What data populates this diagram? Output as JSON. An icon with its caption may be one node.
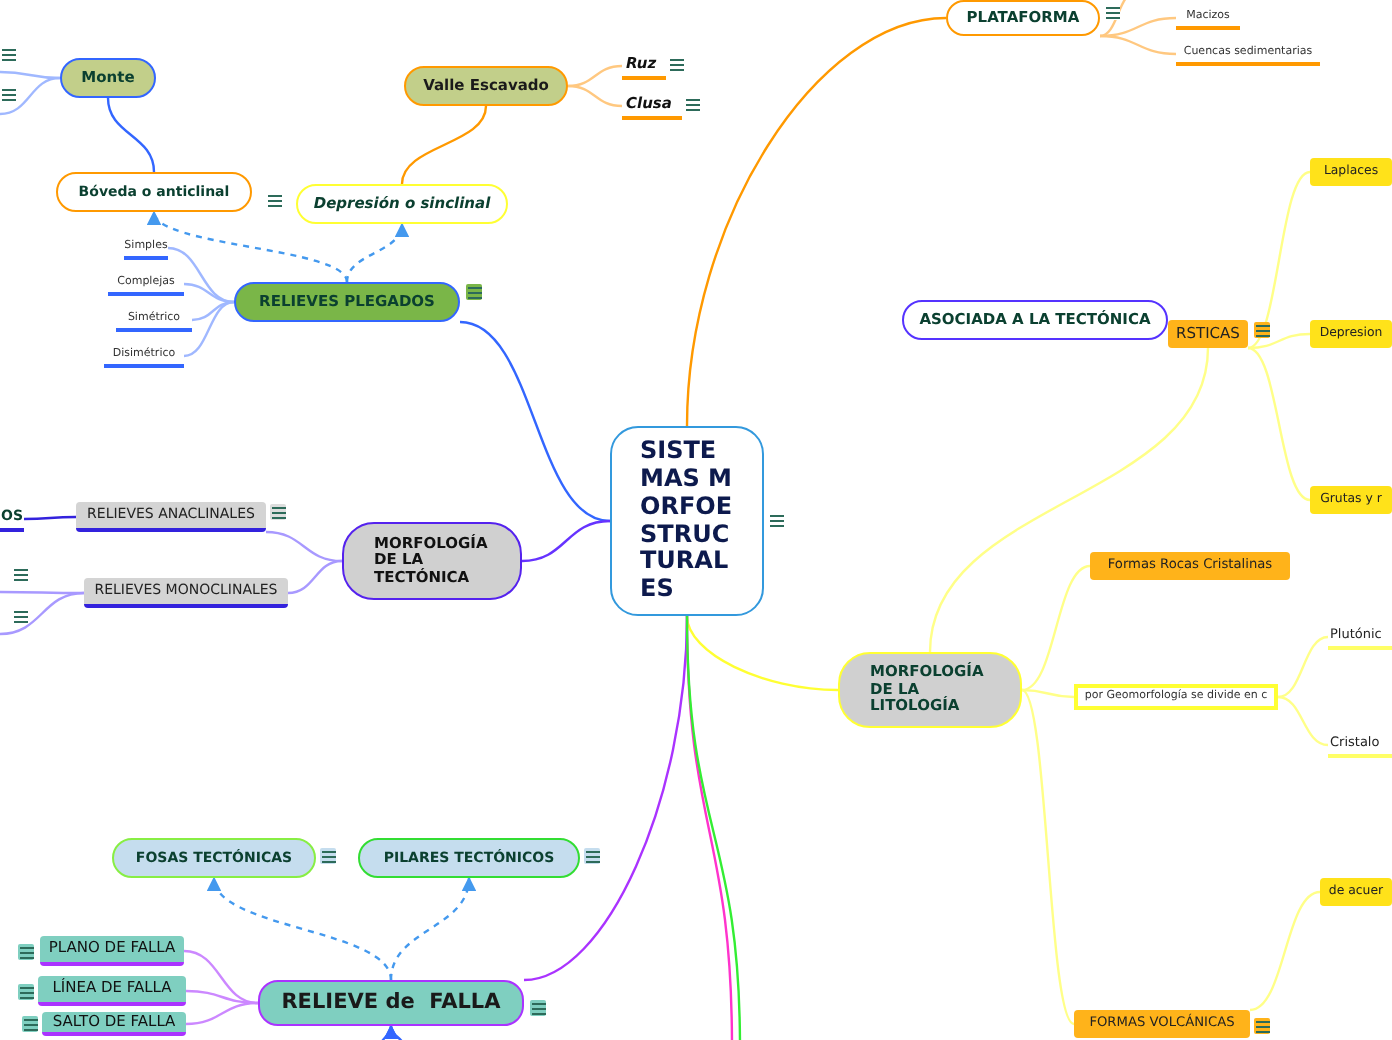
{
  "diagram": {
    "nodes": [
      {
        "text": [
          "SISTEMAS MORFOESTRUCTURALES"
        ]
      },
      {
        "text": [
          "PLATAFORMA"
        ]
      },
      {
        "text": [
          "Macizos"
        ]
      },
      {
        "text": [
          "Cuencas sedimentarias"
        ]
      },
      {
        "text": [
          "Valle Escavado"
        ]
      },
      {
        "text": [
          "Ruz"
        ]
      },
      {
        "text": [
          "Clusa"
        ]
      },
      {
        "text": [
          "Depresión o sinclinal"
        ]
      },
      {
        "text": [
          "Monte"
        ]
      },
      {
        "text": [
          "Bóveda o anticlinal"
        ]
      },
      {
        "text": [
          "RELIEVES PLEGADOS"
        ]
      },
      {
        "text": [
          "Simples"
        ]
      },
      {
        "text": [
          "Complejas"
        ]
      },
      {
        "text": [
          "Simétrico"
        ]
      },
      {
        "text": [
          "Disimétrico"
        ]
      },
      {
        "text": [
          "MORFOLOGÍA DE LA TECTÓNICA"
        ]
      },
      {
        "text": [
          "RELIEVES ANACLINALES"
        ]
      },
      {
        "text": [
          "RELIEVES MONOCLINALES"
        ]
      },
      {
        "text": [
          "OS"
        ]
      },
      {
        "text": [
          "ASOCIADA A LA TECTÓNICA"
        ]
      },
      {
        "text": [
          "MORFOLOGÍA DE LA LITOLOGÍA"
        ]
      },
      {
        "text": [
          "RSTICAS"
        ]
      },
      {
        "text": [
          "Laplaces"
        ]
      },
      {
        "text": [
          "Depresion"
        ]
      },
      {
        "text": [
          "Grutas y r"
        ]
      },
      {
        "text": [
          "Formas Rocas Cristalinas"
        ]
      },
      {
        "text": [
          "por Geomorfología se divide en c"
        ]
      },
      {
        "text": [
          "Plutónic"
        ]
      },
      {
        "text": [
          "Cristalo"
        ]
      },
      {
        "text": [
          "FORMAS VOLCÁNICAS"
        ]
      },
      {
        "text": [
          "de acuer"
        ]
      },
      {
        "text": [
          "RELIEVE de  FALLA"
        ]
      },
      {
        "text": [
          "FOSAS TECTÓNICAS"
        ]
      },
      {
        "text": [
          "PILARES TECTÓNICOS"
        ]
      },
      {
        "text": [
          "PLANO DE FALLA"
        ]
      },
      {
        "text": [
          "LÍNEA DE FALLA"
        ]
      },
      {
        "text": [
          "SALTO DE FALLA"
        ]
      }
    ],
    "edges": [
      {
        "from": 0,
        "to": 1,
        "arrow": "none",
        "color": "#ff9900"
      },
      {
        "from": 1,
        "to": null,
        "arrow": "none",
        "color": "#ffc880"
      },
      {
        "from": 1,
        "to": 2,
        "arrow": "none",
        "color": "#ffc880"
      },
      {
        "from": 1,
        "to": 3,
        "arrow": "none",
        "color": "#ffc880"
      },
      {
        "from": 0,
        "to": 10,
        "arrow": "none",
        "color": "#3366ff"
      },
      {
        "from": 10,
        "to": 7,
        "arrow": "to",
        "style": "dashed",
        "color": "#4499ee"
      },
      {
        "from": 10,
        "to": 9,
        "arrow": "to",
        "style": "dashed",
        "color": "#4499ee"
      },
      {
        "from": 7,
        "to": 4,
        "arrow": "none",
        "color": "#ff9900"
      },
      {
        "from": 4,
        "to": 5,
        "arrow": "none",
        "color": "#ffc880"
      },
      {
        "from": 4,
        "to": 6,
        "arrow": "none",
        "color": "#ffc880"
      },
      {
        "from": 9,
        "to": 8,
        "arrow": "none",
        "color": "#3366ff"
      },
      {
        "from": 8,
        "to": null,
        "arrow": "none",
        "color": "#a0b8ff"
      },
      {
        "from": 8,
        "to": null,
        "arrow": "none",
        "color": "#a0b8ff"
      },
      {
        "from": 10,
        "to": 11,
        "arrow": "none",
        "color": "#a0b8ff"
      },
      {
        "from": 10,
        "to": 12,
        "arrow": "none",
        "color": "#a0b8ff"
      },
      {
        "from": 10,
        "to": 13,
        "arrow": "none",
        "color": "#a0b8ff"
      },
      {
        "from": 10,
        "to": 14,
        "arrow": "none",
        "color": "#a0b8ff"
      },
      {
        "from": 0,
        "to": 15,
        "arrow": "none",
        "color": "#6633ff"
      },
      {
        "from": 15,
        "to": 16,
        "arrow": "none",
        "color": "#a899ff"
      },
      {
        "from": 15,
        "to": 17,
        "arrow": "none",
        "color": "#a899ff"
      },
      {
        "from": 16,
        "to": 18,
        "arrow": "none",
        "color": "#3322dd"
      },
      {
        "from": 17,
        "to": null,
        "arrow": "none",
        "color": "#a899ff"
      },
      {
        "from": 17,
        "to": null,
        "arrow": "none",
        "color": "#a899ff"
      },
      {
        "from": 0,
        "to": 20,
        "arrow": "none",
        "color": "#ffff33"
      },
      {
        "from": 20,
        "to": 21,
        "arrow": "none",
        "color": "#ffff88"
      },
      {
        "from": 21,
        "to": 22,
        "arrow": "none",
        "color": "#ffff88"
      },
      {
        "from": 21,
        "to": 23,
        "arrow": "none",
        "color": "#ffff88"
      },
      {
        "from": 21,
        "to": 24,
        "arrow": "none",
        "color": "#ffff88"
      },
      {
        "from": 20,
        "to": 25,
        "arrow": "none",
        "color": "#ffff88"
      },
      {
        "from": 20,
        "to": 26,
        "arrow": "none",
        "color": "#ffff88"
      },
      {
        "from": 26,
        "to": 27,
        "arrow": "none",
        "color": "#ffff88"
      },
      {
        "from": 26,
        "to": 28,
        "arrow": "none",
        "color": "#ffff88"
      },
      {
        "from": 20,
        "to": 29,
        "arrow": "none",
        "color": "#ffff88"
      },
      {
        "from": 29,
        "to": 30,
        "arrow": "none",
        "color": "#ffff88"
      },
      {
        "from": 0,
        "to": 31,
        "arrow": "none",
        "color": "#aa33ff"
      },
      {
        "from": 31,
        "to": 32,
        "arrow": "to",
        "style": "dashed",
        "color": "#4499ee"
      },
      {
        "from": 31,
        "to": 33,
        "arrow": "to",
        "style": "dashed",
        "color": "#4499ee"
      },
      {
        "from": 31,
        "to": 34,
        "arrow": "none",
        "color": "#cc88ff"
      },
      {
        "from": 31,
        "to": 35,
        "arrow": "none",
        "color": "#cc88ff"
      },
      {
        "from": 31,
        "to": 36,
        "arrow": "none",
        "color": "#cc88ff"
      },
      {
        "from": 0,
        "to": null,
        "arrow": "none",
        "color": "#ff33cc"
      },
      {
        "from": 0,
        "to": null,
        "arrow": "none",
        "color": "#33ee33"
      },
      {
        "from": null,
        "to": 31,
        "arrow": "to",
        "color": "#3366ff"
      },
      {
        "from": null,
        "to": 31,
        "arrow": "to",
        "color": "#3366ff"
      }
    ]
  }
}
